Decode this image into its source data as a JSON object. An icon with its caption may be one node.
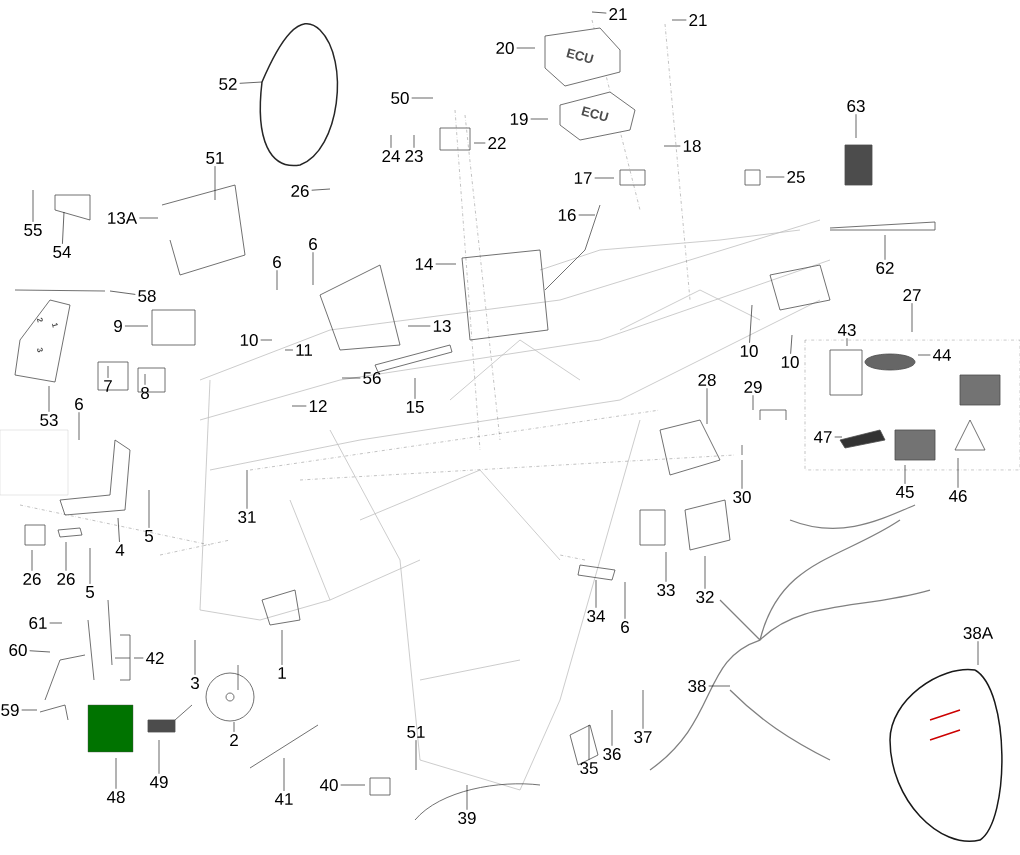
{
  "diagram": {
    "nodes": [
      {
        "text": [
          "21"
        ]
      },
      {
        "text": [
          "21"
        ]
      },
      {
        "text": [
          "52"
        ]
      },
      {
        "text": [
          "20"
        ]
      },
      {
        "text": [
          "50"
        ]
      },
      {
        "text": [
          "19"
        ]
      },
      {
        "text": [
          "22"
        ]
      },
      {
        "text": [
          "24"
        ]
      },
      {
        "text": [
          "23"
        ]
      },
      {
        "text": [
          "18"
        ]
      },
      {
        "text": [
          "63"
        ]
      },
      {
        "text": [
          "51"
        ]
      },
      {
        "text": [
          "26"
        ]
      },
      {
        "text": [
          "17"
        ]
      },
      {
        "text": [
          "25"
        ]
      },
      {
        "text": [
          "55"
        ]
      },
      {
        "text": [
          "54"
        ]
      },
      {
        "text": [
          "13A"
        ]
      },
      {
        "text": [
          "16"
        ]
      },
      {
        "text": [
          "6"
        ]
      },
      {
        "text": [
          "6"
        ]
      },
      {
        "text": [
          "62"
        ]
      },
      {
        "text": [
          "14"
        ]
      },
      {
        "text": [
          "58"
        ]
      },
      {
        "text": [
          "27"
        ]
      },
      {
        "text": [
          "9"
        ]
      },
      {
        "text": [
          "13"
        ]
      },
      {
        "text": [
          "10"
        ]
      },
      {
        "text": [
          "43"
        ]
      },
      {
        "text": [
          "10"
        ]
      },
      {
        "text": [
          "10"
        ]
      },
      {
        "text": [
          "44"
        ]
      },
      {
        "text": [
          "11"
        ]
      },
      {
        "text": [
          "56"
        ]
      },
      {
        "text": [
          "7"
        ]
      },
      {
        "text": [
          "8"
        ]
      },
      {
        "text": [
          "12"
        ]
      },
      {
        "text": [
          "53"
        ]
      },
      {
        "text": [
          "6"
        ]
      },
      {
        "text": [
          "15"
        ]
      },
      {
        "text": [
          "28"
        ]
      },
      {
        "text": [
          "29"
        ]
      },
      {
        "text": [
          "47"
        ]
      },
      {
        "text": [
          "31"
        ]
      },
      {
        "text": [
          "30"
        ]
      },
      {
        "text": [
          "45"
        ]
      },
      {
        "text": [
          "46"
        ]
      },
      {
        "text": [
          "5"
        ]
      },
      {
        "text": [
          "4"
        ]
      },
      {
        "text": [
          "26"
        ]
      },
      {
        "text": [
          "26"
        ]
      },
      {
        "text": [
          "5"
        ]
      },
      {
        "text": [
          "33"
        ]
      },
      {
        "text": [
          "32"
        ]
      },
      {
        "text": [
          "34"
        ]
      },
      {
        "text": [
          "6"
        ]
      },
      {
        "text": [
          "61"
        ]
      },
      {
        "text": [
          "60"
        ]
      },
      {
        "text": [
          "42"
        ]
      },
      {
        "text": [
          "1"
        ]
      },
      {
        "text": [
          "38A"
        ]
      },
      {
        "text": [
          "3"
        ]
      },
      {
        "text": [
          "38"
        ]
      },
      {
        "text": [
          "59"
        ]
      },
      {
        "text": [
          "2"
        ]
      },
      {
        "text": [
          "51"
        ]
      },
      {
        "text": [
          "49"
        ]
      },
      {
        "text": [
          "36"
        ]
      },
      {
        "text": [
          "37"
        ]
      },
      {
        "text": [
          "40"
        ]
      },
      {
        "text": [
          "41"
        ]
      },
      {
        "text": [
          "35"
        ]
      },
      {
        "text": [
          "39"
        ]
      },
      {
        "text": [
          "48"
        ]
      }
    ],
    "edges": [
      {
        "from": 0,
        "to": null,
        "arrow": "none"
      },
      {
        "from": 1,
        "to": null,
        "arrow": "none"
      },
      {
        "from": 2,
        "to": null,
        "arrow": "none"
      },
      {
        "from": 3,
        "to": null,
        "arrow": "none"
      },
      {
        "from": 4,
        "to": null,
        "arrow": "none"
      },
      {
        "from": 5,
        "to": null,
        "arrow": "none"
      },
      {
        "from": 6,
        "to": null,
        "arrow": "none"
      },
      {
        "from": 7,
        "to": null,
        "arrow": "none"
      },
      {
        "from": 8,
        "to": null,
        "arrow": "none"
      },
      {
        "from": 9,
        "to": null,
        "arrow": "none"
      },
      {
        "from": 10,
        "to": null,
        "arrow": "none"
      },
      {
        "from": 11,
        "to": null,
        "arrow": "none"
      },
      {
        "from": 12,
        "to": null,
        "arrow": "none"
      },
      {
        "from": 13,
        "to": null,
        "arrow": "none"
      },
      {
        "from": 14,
        "to": null,
        "arrow": "none"
      },
      {
        "from": 15,
        "to": null,
        "arrow": "none"
      },
      {
        "from": 16,
        "to": null,
        "arrow": "none"
      },
      {
        "from": 17,
        "to": null,
        "arrow": "none"
      },
      {
        "from": 18,
        "to": null,
        "arrow": "none"
      },
      {
        "from": 19,
        "to": null,
        "arrow": "none"
      },
      {
        "from": 20,
        "to": null,
        "arrow": "none"
      },
      {
        "from": 21,
        "to": null,
        "arrow": "none"
      },
      {
        "from": 22,
        "to": null,
        "arrow": "none"
      },
      {
        "from": 23,
        "to": null,
        "arrow": "none"
      },
      {
        "from": 24,
        "to": null,
        "arrow": "none"
      },
      {
        "from": 25,
        "to": null,
        "arrow": "none"
      },
      {
        "from": 26,
        "to": null,
        "arrow": "none"
      },
      {
        "from": 27,
        "to": null,
        "arrow": "none"
      },
      {
        "from": 28,
        "to": null,
        "arrow": "none"
      },
      {
        "from": 29,
        "to": null,
        "arrow": "none"
      },
      {
        "from": 30,
        "to": null,
        "arrow": "none"
      },
      {
        "from": 31,
        "to": null,
        "arrow": "none"
      },
      {
        "from": 32,
        "to": null,
        "arrow": "none"
      },
      {
        "from": 33,
        "to": null,
        "arrow": "none"
      },
      {
        "from": 34,
        "to": null,
        "arrow": "none"
      },
      {
        "from": 35,
        "to": null,
        "arrow": "none"
      },
      {
        "from": 36,
        "to": null,
        "arrow": "none"
      },
      {
        "from": 37,
        "to": null,
        "arrow": "none"
      },
      {
        "from": 38,
        "to": null,
        "arrow": "none"
      },
      {
        "from": 39,
        "to": null,
        "arrow": "none"
      },
      {
        "from": 40,
        "to": null,
        "arrow": "none"
      },
      {
        "from": 41,
        "to": null,
        "arrow": "none"
      },
      {
        "from": 42,
        "to": null,
        "arrow": "none"
      },
      {
        "from": 43,
        "to": null,
        "arrow": "none"
      },
      {
        "from": 44,
        "to": null,
        "arrow": "none"
      },
      {
        "from": 45,
        "to": null,
        "arrow": "none"
      },
      {
        "from": 46,
        "to": null,
        "arrow": "none"
      },
      {
        "from": 47,
        "to": null,
        "arrow": "none"
      },
      {
        "from": 48,
        "to": null,
        "arrow": "none"
      },
      {
        "from": 49,
        "to": null,
        "arrow": "none"
      },
      {
        "from": 50,
        "to": null,
        "arrow": "none"
      },
      {
        "from": 51,
        "to": null,
        "arrow": "none"
      },
      {
        "from": 52,
        "to": null,
        "arrow": "none"
      },
      {
        "from": 53,
        "to": null,
        "arrow": "none"
      },
      {
        "from": 54,
        "to": null,
        "arrow": "none"
      },
      {
        "from": 55,
        "to": null,
        "arrow": "none"
      },
      {
        "from": 56,
        "to": null,
        "arrow": "none"
      },
      {
        "from": 57,
        "to": null,
        "arrow": "none"
      },
      {
        "from": 58,
        "to": null,
        "arrow": "none"
      },
      {
        "from": 59,
        "to": null,
        "arrow": "none"
      },
      {
        "from": 60,
        "to": null,
        "arrow": "none"
      },
      {
        "from": 61,
        "to": null,
        "arrow": "none"
      },
      {
        "from": 62,
        "to": null,
        "arrow": "none"
      },
      {
        "from": 63,
        "to": null,
        "arrow": "none"
      },
      {
        "from": 64,
        "to": null,
        "arrow": "none"
      },
      {
        "from": 65,
        "to": null,
        "arrow": "none"
      },
      {
        "from": 66,
        "to": null,
        "arrow": "none"
      },
      {
        "from": 67,
        "to": null,
        "arrow": "none"
      },
      {
        "from": 68,
        "to": null,
        "arrow": "none"
      },
      {
        "from": 69,
        "to": null,
        "arrow": "none"
      },
      {
        "from": 70,
        "to": null,
        "arrow": "none"
      },
      {
        "from": 71,
        "to": null,
        "arrow": "none"
      },
      {
        "from": 72,
        "to": null,
        "arrow": "none"
      },
      {
        "from": 73,
        "to": null,
        "arrow": "none"
      }
    ],
    "labels": [
      "ECU",
      "ECU",
      "2",
      "1",
      "3"
    ]
  }
}
